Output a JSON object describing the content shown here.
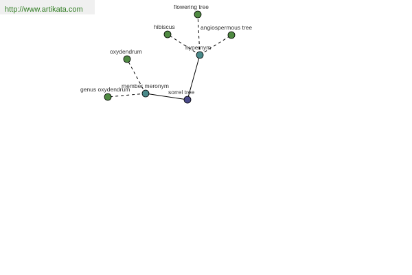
{
  "header": {
    "url": "http://www.artikata.com"
  },
  "colors": {
    "leaf_node": "#4f8a42",
    "relation_node": "#4a8a8a",
    "root_node": "#4a4a8a",
    "url_text": "#2c7a1e"
  },
  "graph": {
    "root": {
      "id": "sorrel-tree",
      "label": "sorrel tree",
      "kind": "root"
    },
    "relations": [
      {
        "id": "hypernym",
        "label": "hypernym",
        "kind": "relation",
        "leaves": [
          {
            "id": "flowering-tree",
            "label": "flowering tree",
            "kind": "leaf"
          },
          {
            "id": "hibiscus",
            "label": "hibiscus",
            "kind": "leaf"
          },
          {
            "id": "angiospermous-tree",
            "label": "angiospermous tree",
            "kind": "leaf"
          }
        ]
      },
      {
        "id": "member-meronym",
        "label": "member meronym",
        "kind": "relation",
        "leaves": [
          {
            "id": "oxydendrum",
            "label": "oxydendrum",
            "kind": "leaf"
          },
          {
            "id": "genus-oxydendrum",
            "label": "genus oxydendrum",
            "kind": "leaf"
          }
        ]
      }
    ]
  }
}
